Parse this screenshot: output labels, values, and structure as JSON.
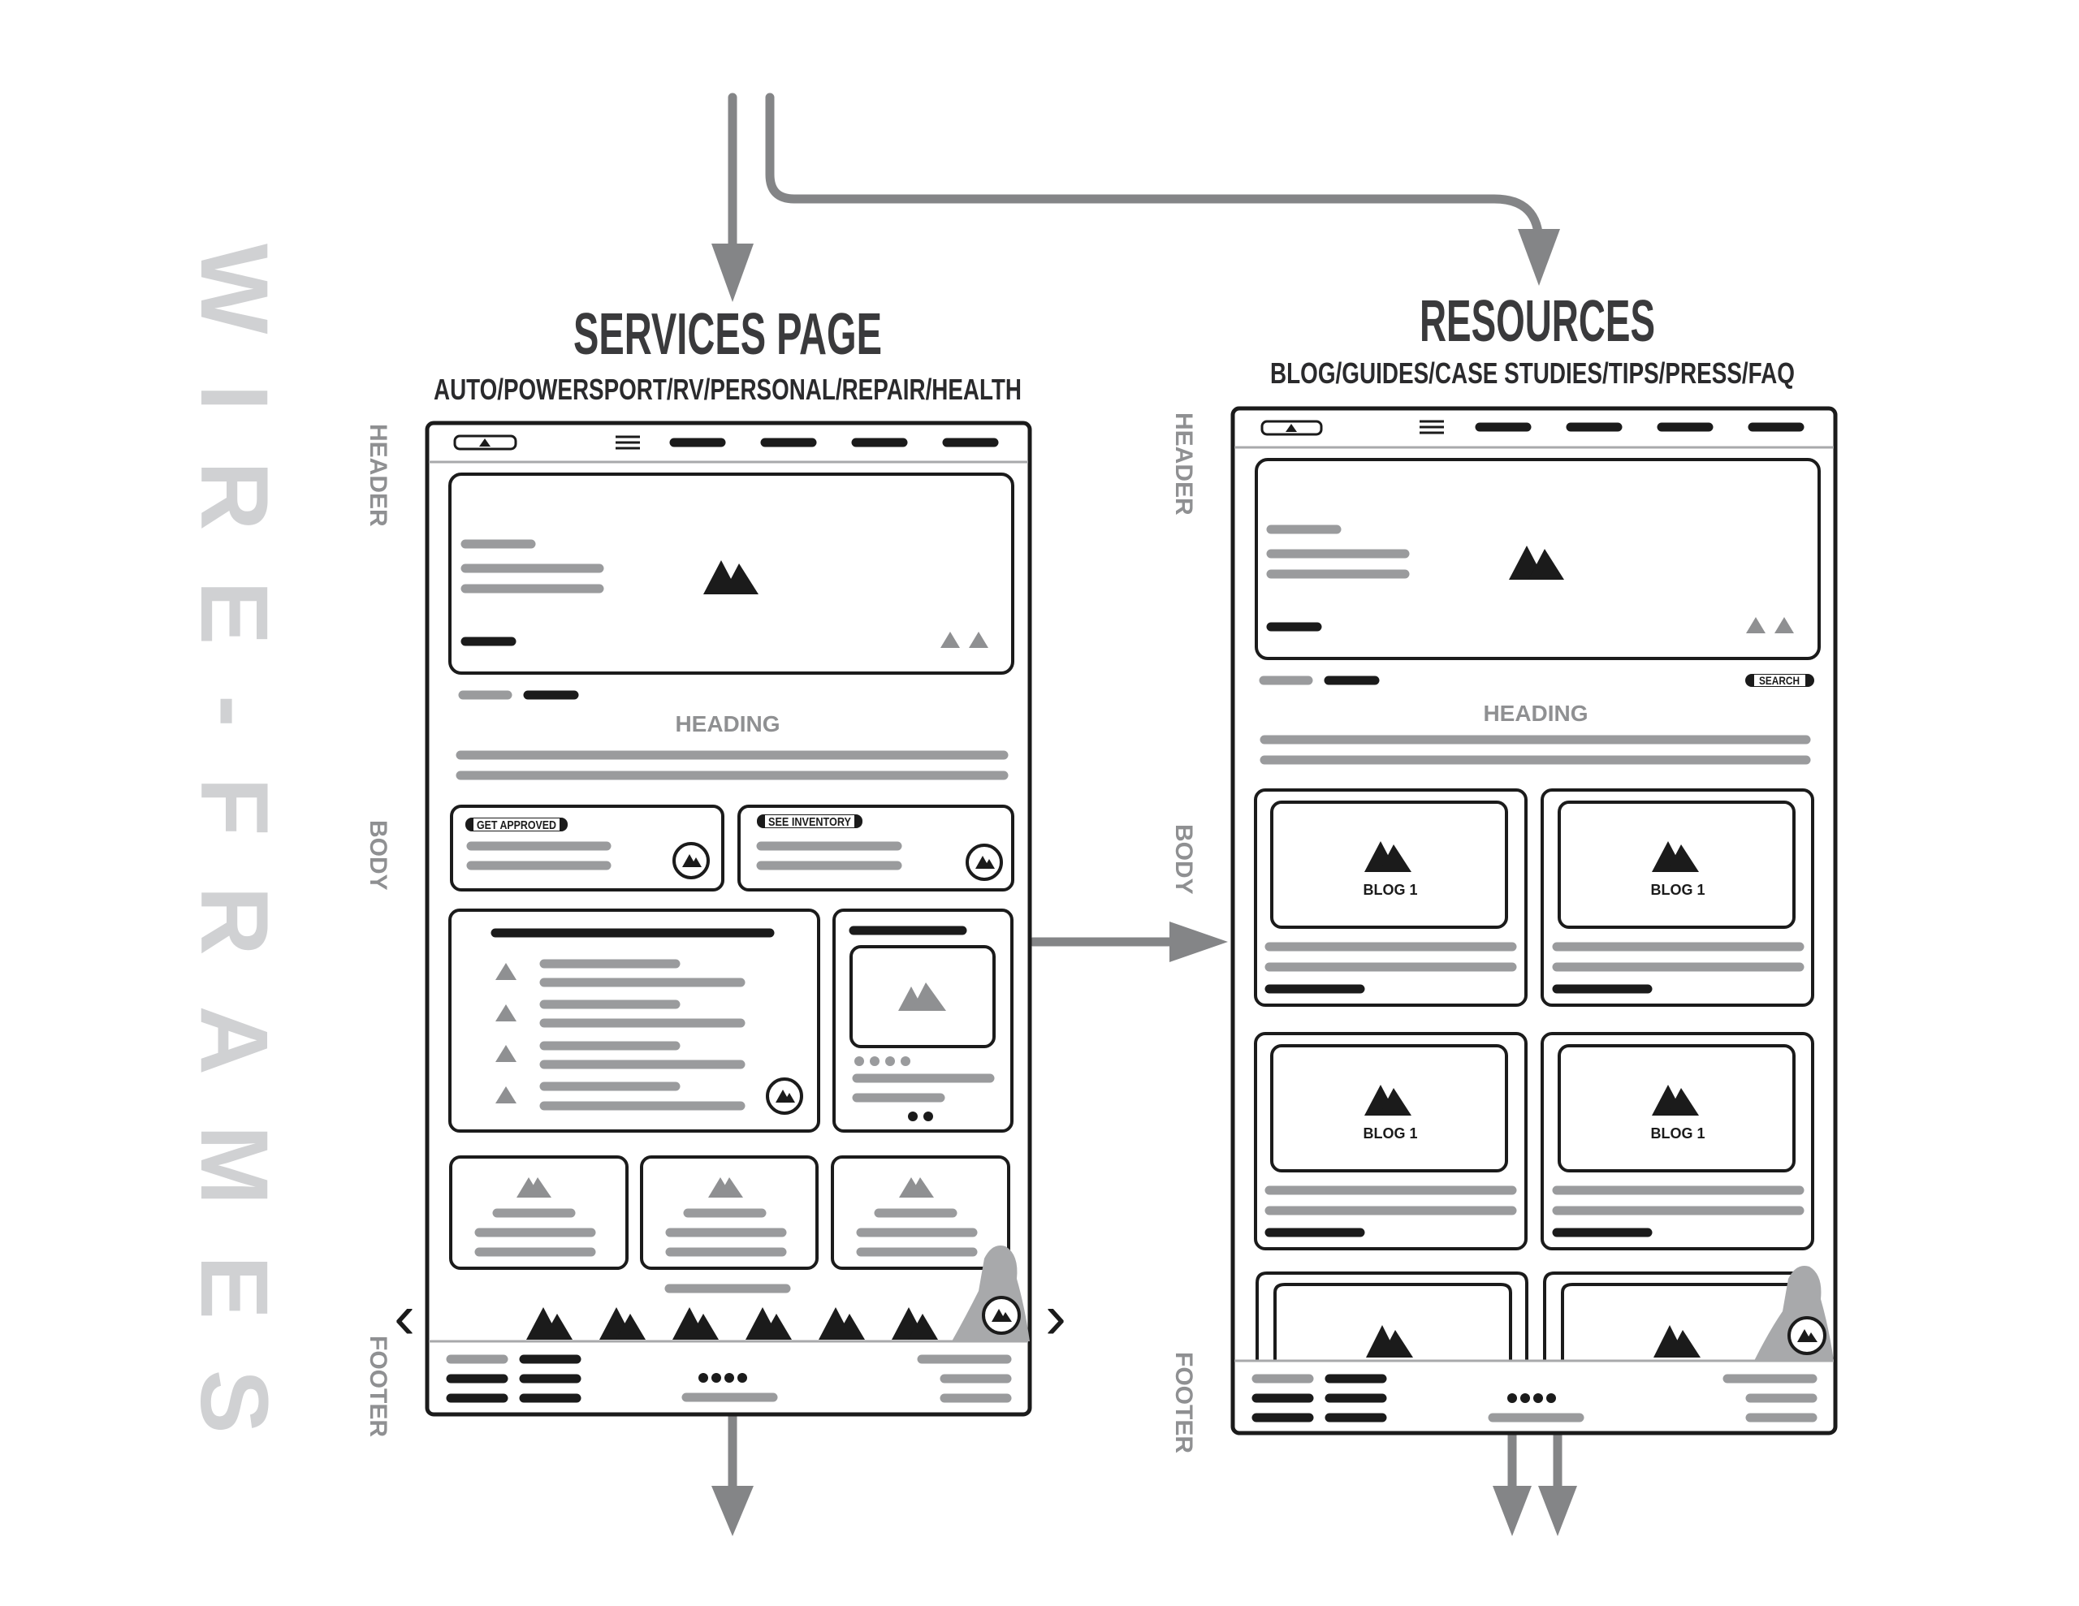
{
  "side_title": "WIRE-FRAMES",
  "colors": {
    "ink": "#1b1b1b",
    "gray": "#8f9092",
    "light_gray": "#d0d1d3",
    "arrow": "#848587",
    "frame_bg": "#ffffff"
  },
  "services": {
    "title": "SERVICES PAGE",
    "subtitle": "AUTO/POWERSPORT/RV/PERSONAL/REPAIR/HEALTH",
    "section_labels": {
      "header": "HEADER",
      "body": "BODY",
      "footer": "FOOTER"
    },
    "heading": "HEADING",
    "cta_1": "GET APPROVED",
    "cta_2": "SEE INVENTORY",
    "carousel_prev": "‹",
    "carousel_next": "›"
  },
  "resources": {
    "title": "RESOURCES",
    "subtitle": "BLOG/GUIDES/CASE STUDIES/TIPS/PRESS/FAQ",
    "section_labels": {
      "header": "HEADER",
      "body": "BODY",
      "footer": "FOOTER"
    },
    "heading": "HEADING",
    "search_label": "SEARCH",
    "blog_cards": [
      {
        "label": "BLOG 1"
      },
      {
        "label": "BLOG 1"
      },
      {
        "label": "BLOG 1"
      },
      {
        "label": "BLOG 1"
      }
    ]
  },
  "icons": [
    "mountain-icon",
    "hamburger-menu-icon",
    "chat-avatar-icon",
    "chevron-left-icon",
    "chevron-right-icon",
    "arrow-down-icon",
    "arrow-right-icon"
  ]
}
